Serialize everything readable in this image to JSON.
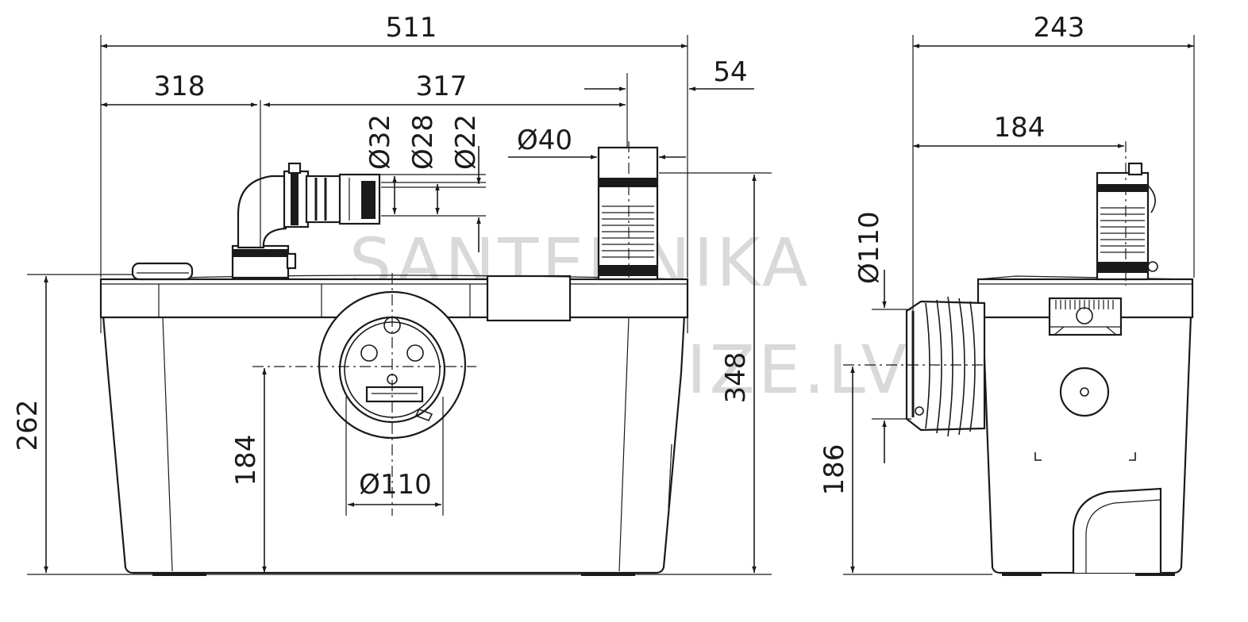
{
  "front_view": {
    "dims": {
      "overall_width": "511",
      "left_offset": "318",
      "center_distance": "317",
      "right_offset": "54",
      "d32": "Ø32",
      "d28": "Ø28",
      "d22": "Ø22",
      "d40": "Ø40",
      "height_lid": "262",
      "inlet_height": "184",
      "inlet_diameter": "Ø110",
      "total_height": "348"
    }
  },
  "side_view": {
    "dims": {
      "overall_depth": "243",
      "outlet_offset": "184",
      "inlet_diameter": "Ø110",
      "inlet_height": "186"
    }
  },
  "watermark": {
    "line1": "SANTEHNIKA",
    "line2": "PARADIZE.LV"
  }
}
